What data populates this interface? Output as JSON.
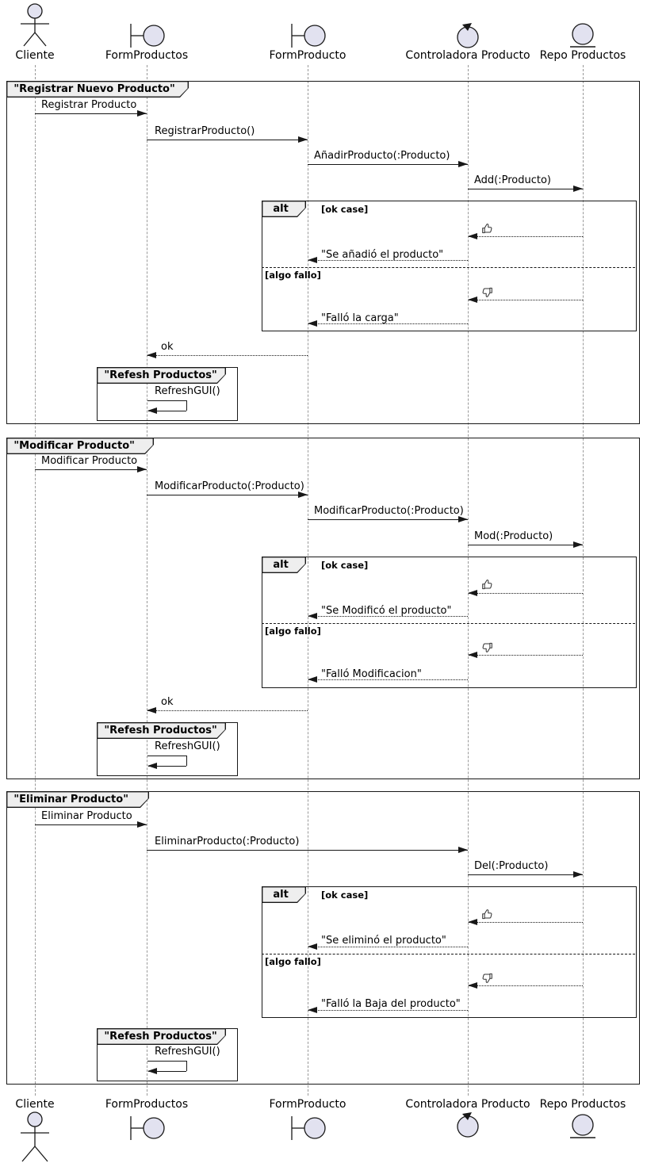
{
  "diagram_type": "uml-sequence-diagram",
  "colors": {
    "icon_fill": "#E2E2F0",
    "frame_header_bg": "#EEEEEE",
    "line": "#181818",
    "lifeline": "#999999"
  },
  "participants": [
    {
      "id": "cliente",
      "label": "Cliente",
      "icon": "actor-icon"
    },
    {
      "id": "form-productos",
      "label": "FormProductos",
      "icon": "boundary-icon"
    },
    {
      "id": "form-producto",
      "label": "FormProducto",
      "icon": "boundary-icon"
    },
    {
      "id": "controladora",
      "label": "Controladora Producto",
      "icon": "control-icon"
    },
    {
      "id": "repo",
      "label": "Repo Productos",
      "icon": "entity-icon"
    }
  ],
  "frames": {
    "registrar": {
      "title": "\"Registrar Nuevo Producto\"",
      "msg_cliente_formproductos": "Registrar Producto",
      "msg_formproductos_formproducto": "RegistrarProducto()",
      "msg_formproducto_controladora": "AñadirProducto(:Producto)",
      "msg_controladora_repo": "Add(:Producto)",
      "alt": {
        "keyword": "alt",
        "guard_ok": "[ok case]",
        "ok_icon": "thumbs-up-icon",
        "response_ok": "\"Se añadió el producto\"",
        "guard_fail": "[algo fallo]",
        "fail_icon": "thumbs-down-icon",
        "response_fail": "\"Falló la carga\""
      },
      "return_ok": "ok",
      "refresh_frame": {
        "title": "\"Refesh Productos\"",
        "msg_self": "RefreshGUI()"
      }
    },
    "modificar": {
      "title": "\"Modificar Producto\"",
      "msg_cliente_formproductos": "Modificar Producto",
      "msg_formproductos_formproducto": "ModificarProducto(:Producto)",
      "msg_formproducto_controladora": "ModificarProducto(:Producto)",
      "msg_controladora_repo": "Mod(:Producto)",
      "alt": {
        "keyword": "alt",
        "guard_ok": "[ok case]",
        "ok_icon": "thumbs-up-icon",
        "response_ok": "\"Se Modificó el producto\"",
        "guard_fail": "[algo fallo]",
        "fail_icon": "thumbs-down-icon",
        "response_fail": "\"Falló Modificacion\""
      },
      "return_ok": "ok",
      "refresh_frame": {
        "title": "\"Refesh Productos\"",
        "msg_self": "RefreshGUI()"
      }
    },
    "eliminar": {
      "title": "\"Eliminar Producto\"",
      "msg_cliente_formproductos": "Eliminar Producto",
      "msg_formproductos_controladora": "EliminarProducto(:Producto)",
      "msg_controladora_repo": "Del(:Producto)",
      "alt": {
        "keyword": "alt",
        "guard_ok": "[ok case]",
        "ok_icon": "thumbs-up-icon",
        "response_ok": "\"Se eliminó el producto\"",
        "guard_fail": "[algo fallo]",
        "fail_icon": "thumbs-down-icon",
        "response_fail": "\"Falló la Baja del producto\""
      },
      "refresh_frame": {
        "title": "\"Refesh Productos\"",
        "msg_self": "RefreshGUI()"
      }
    }
  }
}
